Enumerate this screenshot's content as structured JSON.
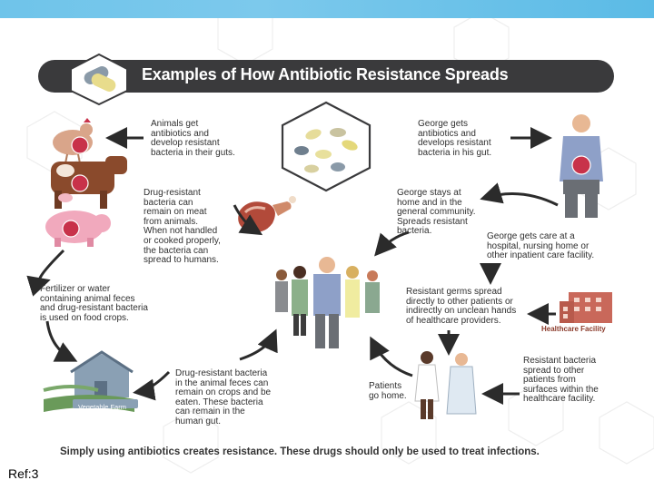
{
  "header": {
    "title": "Examples of How Antibiotic Resistance Spreads"
  },
  "captions": {
    "animals": "Animals get\nantibiotics and\ndevelop resistant\nbacteria in their guts.",
    "george_gets": "George gets\nantibiotics and\ndevelops resistant\nbacteria in his gut.",
    "meat": "Drug-resistant\nbacteria can\nremain on meat\nfrom animals.\nWhen not handled\nor cooked properly,\nthe bacteria can\nspread to humans.",
    "george_home": "George stays at\nhome and in the\ngeneral community.\nSpreads resistant\nbacteria.",
    "george_care": "George gets care at a\nhospital, nursing home or\nother inpatient care facility.",
    "fertilizer": "Fertilizer or water\ncontaining animal feces\nand drug-resistant bacteria\nis used on food crops.",
    "germs_spread": "Resistant germs spread\ndirectly to other patients or\nindirectly on unclean hands\nof healthcare providers.",
    "crops": "Drug-resistant bacteria\nin the animal feces can\nremain on crops and be\neaten. These bacteria\ncan remain in the\nhuman gut.",
    "patients_home": "Patients\ngo home.",
    "surfaces": "Resistant bacteria\nspread to other\npatients from\nsurfaces within the\nhealthcare facility."
  },
  "labels": {
    "healthcare_facility": "Healthcare Facility",
    "vegetable_farm": "Vegetable Farm"
  },
  "footer": {
    "text": "Simply using antibiotics creates resistance.  These drugs should only be used to treat infections."
  },
  "ref": "Ref:3",
  "colors": {
    "banner": "#3a3a3c",
    "topbar": "#6fc4ea",
    "gut": "#c8324a",
    "arrow": "#2b2b2b",
    "facility": "#c9685a"
  }
}
